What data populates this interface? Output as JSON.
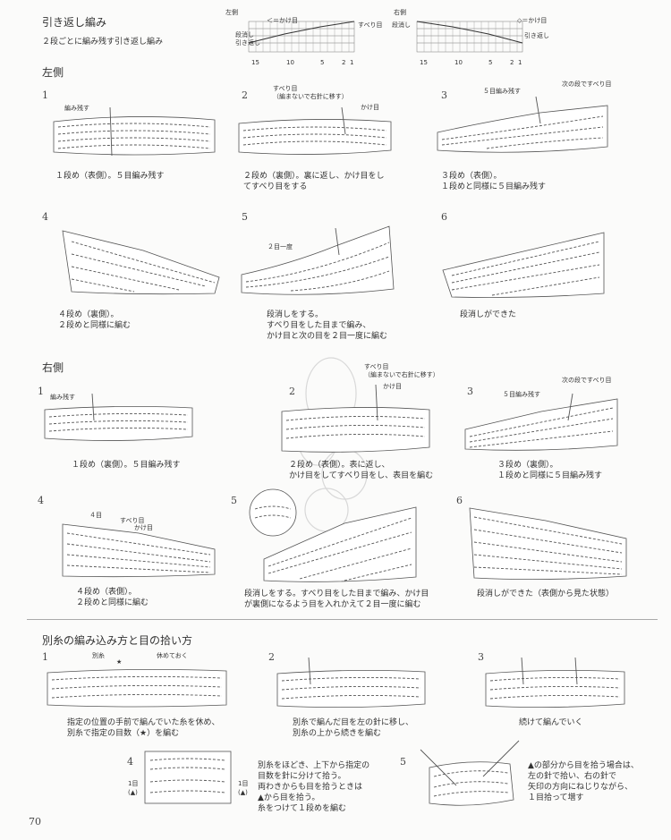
{
  "top": {
    "title": "引き返し編み",
    "subtitle": "２段ごとに編み残す引き返し編み"
  },
  "chart_left": {
    "side": "左側",
    "label_kakeme": "＜＝かけ目",
    "label_suberime": "すべり目",
    "label_danshoshi": "段消し",
    "label_hikikaeshi": "引き返し",
    "ticks": [
      "15",
      "10",
      "5",
      "2",
      "1"
    ]
  },
  "chart_right": {
    "side": "右側",
    "label_kakeme": "◇＝かけ目",
    "label_danshoshi": "段消し",
    "label_hikikaeshi": "引き返し",
    "ticks": [
      "15",
      "10",
      "5",
      "2",
      "1"
    ]
  },
  "left_section": {
    "title": "左側",
    "steps": [
      {
        "num": "1",
        "caption": [
          "１段め（表側）。５目編み残す"
        ],
        "notes": [
          "編み残す"
        ]
      },
      {
        "num": "2",
        "caption": [
          "２段め（裏側）。裏に返し、かけ目をし",
          "てすべり目をする"
        ],
        "notes": [
          "すべり目",
          "（編まないで右針に移す）",
          "かけ目"
        ]
      },
      {
        "num": "3",
        "caption": [
          "３段め（表側）。",
          "１段めと同様に５目編み残す"
        ],
        "notes": [
          "５目編み残す",
          "次の段ですべり目"
        ]
      },
      {
        "num": "4",
        "caption": [
          "４段め（裏側）。",
          "２段めと同様に編む"
        ],
        "notes": []
      },
      {
        "num": "5",
        "caption": [
          "段消しをする。",
          "すべり目をした目まで編み、",
          "かけ目と次の目を２目一度に編む"
        ],
        "notes": [
          "２目一度"
        ]
      },
      {
        "num": "6",
        "caption": [
          "段消しができた"
        ],
        "notes": []
      }
    ]
  },
  "right_section": {
    "title": "右側",
    "steps": [
      {
        "num": "1",
        "caption": [
          "１段め（裏側）。５目編み残す"
        ],
        "notes": [
          "編み残す"
        ]
      },
      {
        "num": "2",
        "caption": [
          "２段め（表側）。表に返し、",
          "かけ目をしてすべり目をし、表目を編む"
        ],
        "notes": [
          "すべり目",
          "（編まないで右針に移す）",
          "かけ目"
        ]
      },
      {
        "num": "3",
        "caption": [
          "３段め（裏側）。",
          "１段めと同様に５目編み残す"
        ],
        "notes": [
          "５目編み残す",
          "次の段ですべり目"
        ]
      },
      {
        "num": "4",
        "caption": [
          "４段め（表側）。",
          "２段めと同様に編む"
        ],
        "notes": [
          "４目",
          "すべり目",
          "かけ目"
        ]
      },
      {
        "num": "5",
        "caption": [
          "段消しをする。すべり目をした目まで編み、かけ目",
          "が裏側になるよう目を入れかえて２目一度に編む"
        ],
        "notes": []
      },
      {
        "num": "6",
        "caption": [
          "段消しができた（表側から見た状態）"
        ],
        "notes": []
      }
    ]
  },
  "bottom_section": {
    "title": "別糸の編み込み方と目の拾い方",
    "steps": [
      {
        "num": "1",
        "caption": [
          "指定の位置の手前で編んでいた糸を休め、",
          "別糸で指定の目数（★）を編む"
        ],
        "notes": [
          "別糸",
          "★",
          "休めておく"
        ]
      },
      {
        "num": "2",
        "caption": [
          "別糸で編んだ目を左の針に移し、",
          "別糸の上から続きを編む"
        ],
        "notes": []
      },
      {
        "num": "3",
        "caption": [
          "続けて編んでいく"
        ],
        "notes": []
      },
      {
        "num": "4",
        "caption": [
          "別糸をほどき、上下から指定の",
          "目数を針に分けて拾う。",
          "両わきからも目を拾うときは",
          "▲から目を拾う。",
          "糸をつけて１段めを編む"
        ],
        "notes": [
          "1目",
          "(▲)",
          "1目",
          "(▲)"
        ]
      },
      {
        "num": "5",
        "caption": [
          "▲の部分から目を拾う場合は、",
          "左の針で拾い、右の針で",
          "矢印の方向にねじりながら、",
          "１目拾って増す"
        ],
        "notes": []
      }
    ]
  },
  "page_number": "70"
}
